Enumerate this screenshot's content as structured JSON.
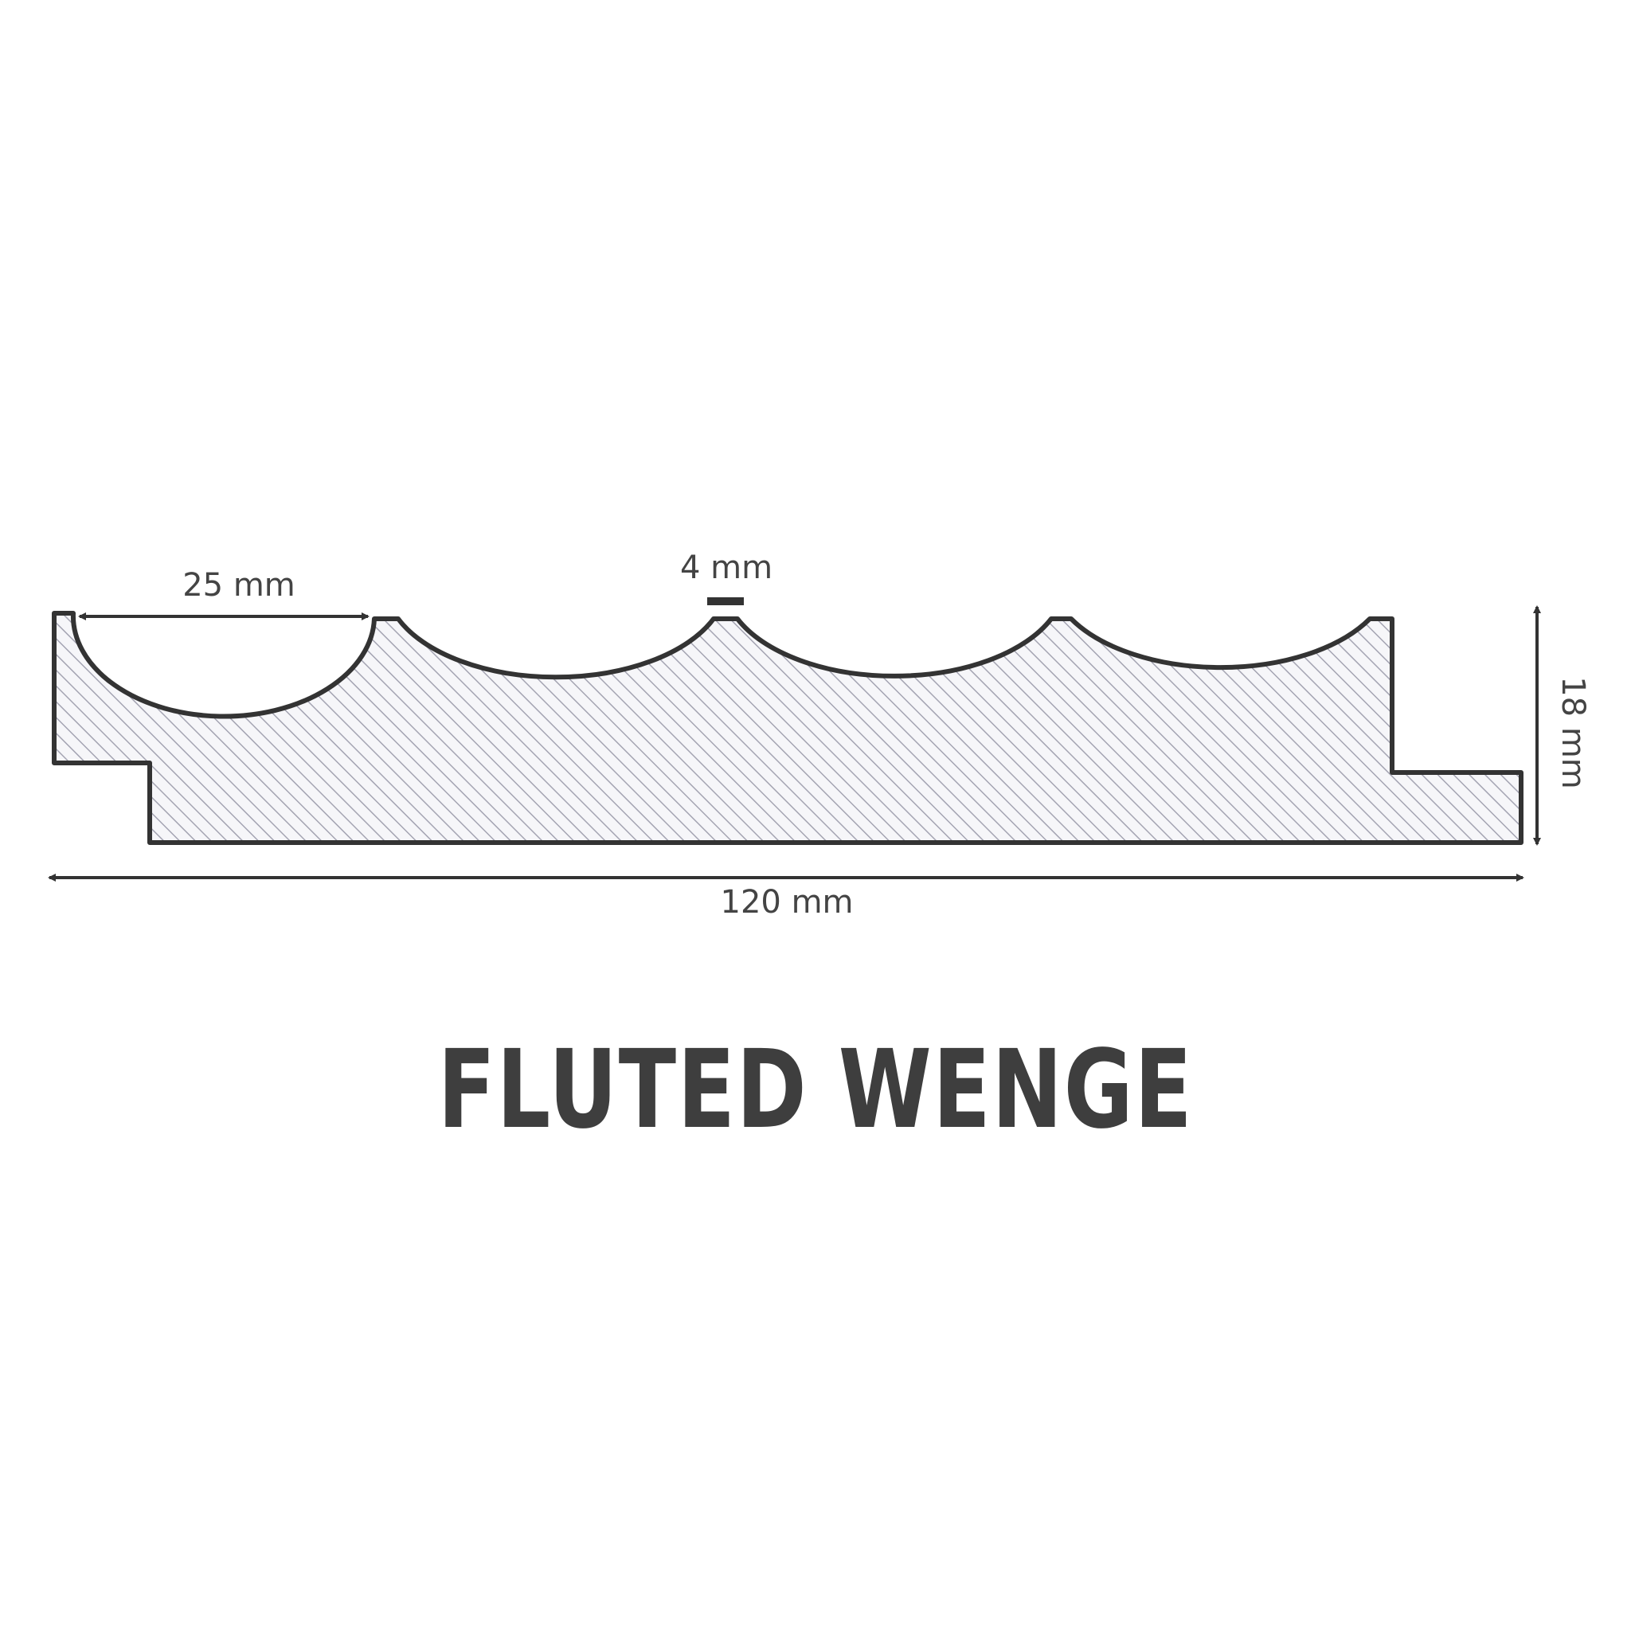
{
  "title": "FLUTED WENGE",
  "dimensions": {
    "flute_width": "25 mm",
    "land_width": "4 mm",
    "thickness": "18 mm",
    "total_width": "120 mm"
  },
  "colors": {
    "outline": "#333333",
    "hatch": "#9a9aa8",
    "fill": "#f4f4f8",
    "text": "#3e3e3e"
  }
}
